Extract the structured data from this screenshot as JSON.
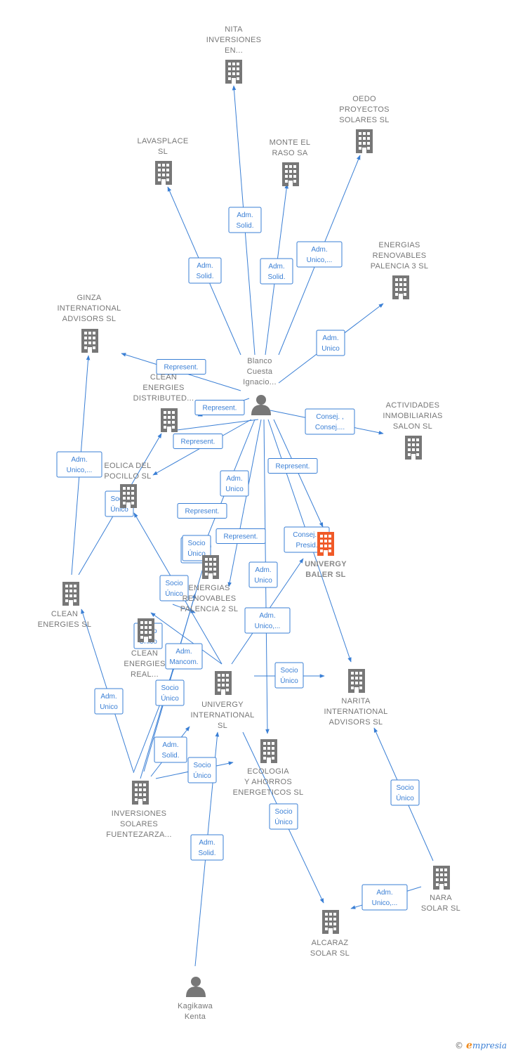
{
  "colors": {
    "edge": "#3a7fd5",
    "node": "#777777",
    "highlight": "#f05a28"
  },
  "nodes": [
    {
      "id": "nita",
      "type": "building",
      "label": [
        "NITA",
        "INVERSIONES",
        "EN..."
      ]
    },
    {
      "id": "oedo",
      "type": "building",
      "label": [
        "OEDO",
        "PROYECTOS",
        "SOLARES  SL"
      ]
    },
    {
      "id": "lavasplace",
      "type": "building",
      "label": [
        "LAVASPLACE",
        "SL"
      ]
    },
    {
      "id": "monte",
      "type": "building",
      "label": [
        "MONTE EL",
        "RASO SA"
      ]
    },
    {
      "id": "palencia3",
      "type": "building",
      "label": [
        "ENERGIAS",
        "RENOVABLES",
        "PALENCIA 3 SL"
      ]
    },
    {
      "id": "ginza",
      "type": "building",
      "label": [
        "GINZA",
        "INTERNATIONAL",
        "ADVISORS  SL"
      ]
    },
    {
      "id": "blanco",
      "type": "person",
      "label": [
        "Blanco",
        "Cuesta",
        "Ignacio..."
      ]
    },
    {
      "id": "cleandist",
      "type": "building",
      "label": [
        "CLEAN",
        "ENERGIES",
        "DISTRIBUTED..."
      ]
    },
    {
      "id": "actividades",
      "type": "building",
      "label": [
        "ACTIVIDADES",
        "INMOBILIARIAS",
        "SALON SL"
      ]
    },
    {
      "id": "eolica",
      "type": "building",
      "label": [
        "EOLICA DEL",
        "POCILLO SL"
      ]
    },
    {
      "id": "univergybaler",
      "type": "building",
      "highlight": true,
      "label": [
        "UNIVERGY",
        "BALER  SL"
      ]
    },
    {
      "id": "palencia2",
      "type": "building",
      "label": [
        "ENERGIAS",
        "RENOVABLES",
        "PALENCIA 2 SL"
      ]
    },
    {
      "id": "cleansl",
      "type": "building",
      "label": [
        "CLEAN",
        "ENERGIES SL"
      ]
    },
    {
      "id": "cleanreal",
      "type": "building",
      "label": [
        "CLEAN",
        "ENERGIES",
        "REAL..."
      ]
    },
    {
      "id": "univergyintl",
      "type": "building",
      "label": [
        "UNIVERGY",
        "INTERNATIONAL",
        "SL"
      ]
    },
    {
      "id": "narita",
      "type": "building",
      "label": [
        "NARITA",
        "INTERNATIONAL",
        "ADVISORS  SL"
      ]
    },
    {
      "id": "ecologia",
      "type": "building",
      "label": [
        "ECOLOGIA",
        "Y AHORROS",
        "ENERGETICOS SL"
      ]
    },
    {
      "id": "inversiones",
      "type": "building",
      "label": [
        "INVERSIONES",
        "SOLARES",
        "FUENTEZARZA..."
      ]
    },
    {
      "id": "nara",
      "type": "building",
      "label": [
        "NARA",
        "SOLAR  SL"
      ]
    },
    {
      "id": "alcaraz",
      "type": "building",
      "label": [
        "ALCARAZ",
        "SOLAR SL"
      ]
    },
    {
      "id": "kagikawa",
      "type": "person",
      "label": [
        "Kagikawa",
        "Kenta"
      ]
    }
  ],
  "edges": [
    {
      "from": "blanco",
      "to": "nita",
      "label": [
        "Adm.",
        "Solid."
      ]
    },
    {
      "from": "blanco",
      "to": "lavasplace",
      "label": [
        "Adm.",
        "Solid."
      ]
    },
    {
      "from": "blanco",
      "to": "monte",
      "label": [
        "Adm.",
        "Solid."
      ]
    },
    {
      "from": "blanco",
      "to": "oedo",
      "label": [
        "Adm.",
        "Unico,..."
      ]
    },
    {
      "from": "blanco",
      "to": "palencia3",
      "label": [
        "Adm.",
        "Unico"
      ]
    },
    {
      "from": "blanco",
      "to": "ginza",
      "label": [
        "Represent."
      ]
    },
    {
      "from": "blanco",
      "to": "cleandist",
      "label": [
        "Represent."
      ]
    },
    {
      "from": "blanco",
      "to": "eolica",
      "label": [
        "Represent."
      ]
    },
    {
      "from": "blanco",
      "to": "actividades",
      "label": [
        "Consej. ,",
        "Consej...."
      ]
    },
    {
      "from": "blanco",
      "to": "univergybaler",
      "label": [
        "Represent."
      ]
    },
    {
      "from": "blanco",
      "to": "narita",
      "label": [
        "Consej. ,",
        "Presid."
      ]
    },
    {
      "from": "blanco",
      "to": "palencia2",
      "label": [
        "Adm.",
        "Unico"
      ]
    },
    {
      "from": "blanco",
      "to": "cleandist",
      "label": [
        "Represent."
      ]
    },
    {
      "from": "blanco",
      "to": "palencia2",
      "label": [
        "Represent."
      ]
    },
    {
      "from": "blanco",
      "to": "ecologia",
      "label": [
        "Adm.",
        "Unico"
      ]
    },
    {
      "from": "cleansl",
      "to": "ginza",
      "label": [
        "Adm.",
        "Unico,..."
      ]
    },
    {
      "from": "cleansl",
      "to": "cleandist",
      "label": [
        "Socio",
        "Único"
      ]
    },
    {
      "from": "univergyintl",
      "to": "eolica",
      "label": [
        "Socio",
        "Único"
      ]
    },
    {
      "from": "univergyintl",
      "to": "cleanreal",
      "label": [
        "Adm.",
        "Unico"
      ]
    },
    {
      "from": "univergyintl",
      "to": "univergybaler",
      "label": [
        "Adm.",
        "Unico,..."
      ]
    },
    {
      "from": "univergyintl",
      "to": "narita",
      "label": [
        "Socio",
        "Único"
      ]
    },
    {
      "from": "inversiones",
      "to": "cleansl",
      "label": [
        "Adm.",
        "Unico"
      ]
    },
    {
      "from": "inversiones",
      "to": "palencia2",
      "label": [
        "Adm.",
        "Mancom."
      ]
    },
    {
      "from": "inversiones",
      "to": "univergyintl",
      "label": [
        "Adm.",
        "Solid."
      ]
    },
    {
      "from": "inversiones",
      "to": "ecologia",
      "label": [
        "Socio",
        "Único"
      ]
    },
    {
      "from": "nara",
      "to": "narita",
      "label": [
        "Socio",
        "Único"
      ]
    },
    {
      "from": "nara",
      "to": "alcaraz",
      "label": [
        "Adm.",
        "Unico,..."
      ]
    },
    {
      "from": "univergyintl",
      "to": "alcaraz",
      "label": [
        "Socio",
        "Único"
      ]
    },
    {
      "from": "kagikawa",
      "to": "univergyintl",
      "label": [
        "Adm.",
        "Solid."
      ]
    },
    {
      "from": "cleanreal",
      "to": "univergybaler",
      "label": [
        "Socio",
        "Único"
      ]
    },
    {
      "from": "cleanreal",
      "to": "palencia2",
      "label": [
        "Socio",
        "Único"
      ]
    },
    {
      "from": "inversiones",
      "to": "cleanreal",
      "label": [
        "Socio",
        "Único"
      ]
    }
  ],
  "footer": {
    "copyright": "©",
    "brand_initial": "e",
    "brand_rest": "mpresia"
  }
}
